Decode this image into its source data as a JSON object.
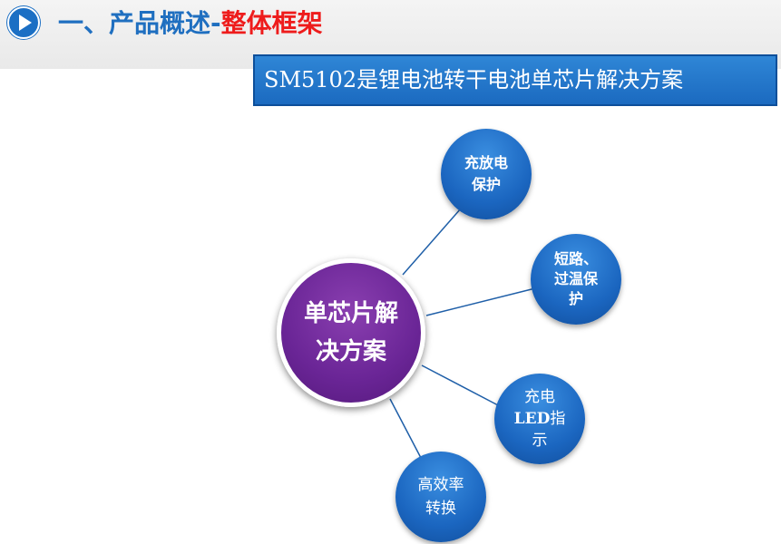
{
  "header": {
    "title_part1": "一、产品概述-",
    "title_part2": "整体框架",
    "play_icon": "play-circle-icon"
  },
  "banner": {
    "text": "SM5102是锂电池转干电池单芯片解决方案"
  },
  "diagram": {
    "center": {
      "line1": "单芯片解",
      "line2": "决方案"
    },
    "nodes": [
      {
        "lines": [
          "充放电",
          "保护"
        ]
      },
      {
        "lines": [
          "短路、",
          "过温保",
          "护"
        ]
      },
      {
        "line1_pre": "充电",
        "line2_led": "LED",
        "line2_post": "指",
        "line3": "示"
      },
      {
        "lines": [
          "高效率",
          "转换"
        ]
      }
    ]
  },
  "colors": {
    "title_blue": "#1f6fc0",
    "title_red": "#ee1c1c",
    "banner_blue": "#1f73c8",
    "center_purple": "#6a2596",
    "satellite_blue": "#1b66c0",
    "connector": "#1f5fa8"
  }
}
